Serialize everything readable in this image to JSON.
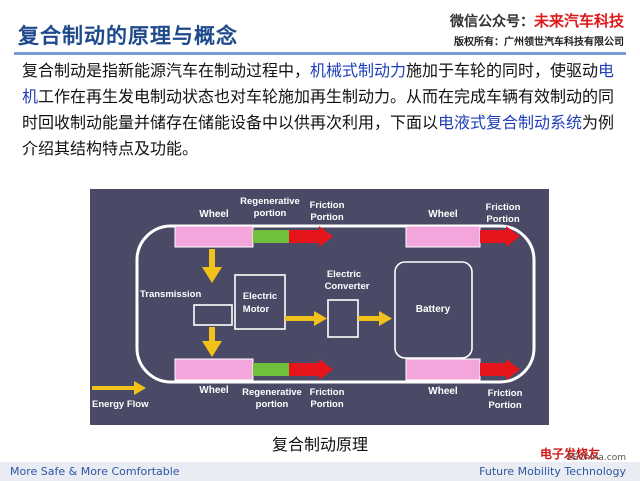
{
  "header": {
    "title": "复合制动的原理与概念",
    "wechat_prefix": "微信公众号：",
    "wechat_brand": "未来汽车科技",
    "copyright": "版权所有：广州领世汽车科技有限公司"
  },
  "intro": {
    "t1": "复合制动是指新能源汽车在制动过程中，",
    "h1": "机械式制动力",
    "t2": "施加于车轮的同时，使驱动",
    "h2": "电机",
    "t3": "工作在再生发电制动状态也对车轮施加再生制动力。从而在完成车辆有效制动的同时回收制动能量并储存在储能设备中以供再次利用，下面以",
    "h3": "电液式复合制动系统",
    "t4": "为例介绍其结构特点及功能。"
  },
  "diagram": {
    "labels": {
      "wheel_tl": "Wheel",
      "regen_top_1": "Regenerative",
      "regen_top_2": "portion",
      "friction_top_1": "Friction",
      "friction_top_2": "Portion",
      "wheel_tr": "Wheel",
      "friction_tr_1": "Friction",
      "friction_tr_2": "Portion",
      "transmission": "Transmission",
      "motor_1": "Electric",
      "motor_2": "Motor",
      "converter_1": "Electric",
      "converter_2": "Converter",
      "battery": "Battery",
      "wheel_bl": "Wheel",
      "regen_bot_1": "Regenerative",
      "regen_bot_2": "portion",
      "friction_bot_1": "Friction",
      "friction_bot_2": "Portion",
      "wheel_br": "Wheel",
      "friction_br_1": "Friction",
      "friction_br_2": "Portion",
      "energy_flow": "Energy Flow"
    },
    "colors": {
      "background": "#4b4a66",
      "wheel": "#f2a6dc",
      "regen": "#6fc03a",
      "friction": "#e8141c",
      "arrow": "#f2c21a",
      "line": "#ffffff"
    }
  },
  "caption": "复合制动原理",
  "footer": {
    "left": "More Safe & More Comfortable",
    "right": "Future Mobility Technology",
    "watermark": "电子发烧友",
    "site": "EEChina.com"
  }
}
